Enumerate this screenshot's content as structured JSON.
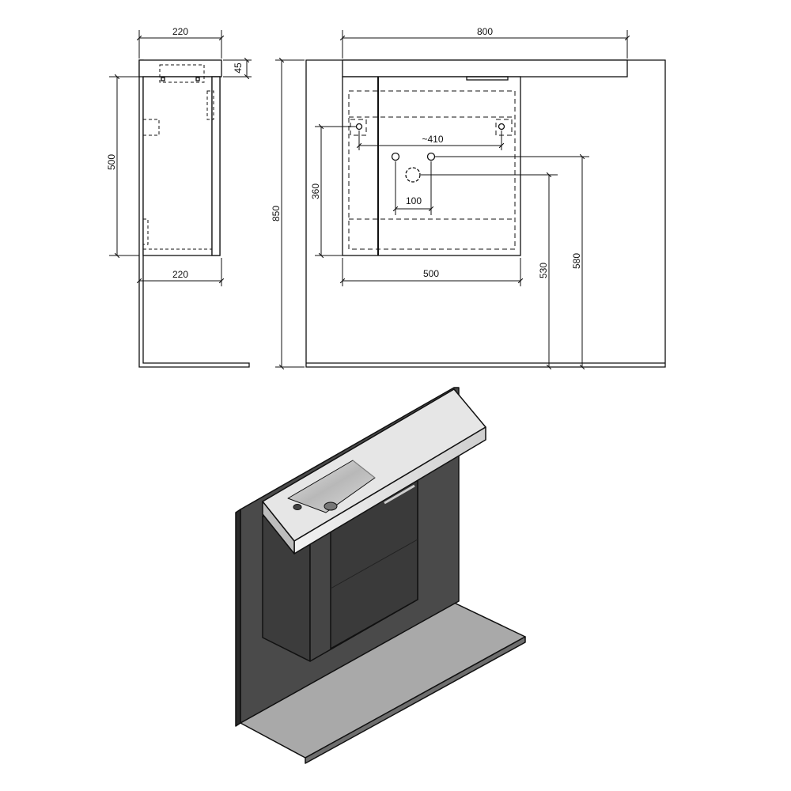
{
  "dimensions": {
    "side_top_width": "220",
    "side_top_thickness": "45",
    "side_height": "500",
    "side_bottom_width": "220",
    "front_top_width": "800",
    "total_height": "850",
    "tap_spacing": "~410",
    "fixing_height": "360",
    "waste_spacing": "100",
    "cabinet_width": "500",
    "waste_height": "530",
    "tap_height": "580"
  },
  "colors": {
    "line": "#111111",
    "wall": "#4a4a4a",
    "floor": "#a9a9a9",
    "cabinet": "#3c3c3c",
    "basin": "#d9d9d9"
  }
}
